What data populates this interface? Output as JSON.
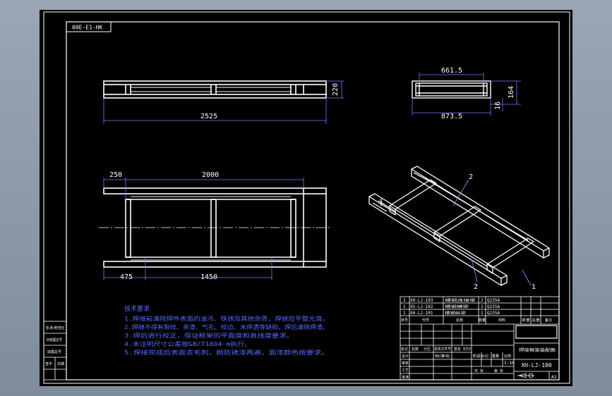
{
  "drawing": {
    "code_box": "00E-E1-HK",
    "background": "#000000",
    "line_color": "#ffffff",
    "dim_color": "#6f7fff",
    "note_color": "#5a6cff",
    "leader_color": "#7fa4ff"
  },
  "top_view": {
    "dims": {
      "height": "220",
      "length": "2525"
    }
  },
  "side_view": {
    "dims": {
      "inner": "661.5",
      "outer": "873.5",
      "h1": "164",
      "h2": "16"
    }
  },
  "plan_view": {
    "dims": {
      "left": "250",
      "span": "2000",
      "bottom_left": "475",
      "bottom_span": "1450"
    }
  },
  "iso_view": {
    "callouts": [
      "2",
      "2",
      "1"
    ]
  },
  "notes": {
    "title": "技术要求",
    "lines": [
      "1.焊接前清除焊件表面的油污、铁锈及其他杂质，焊缝应平整光滑。",
      "2.焊缝不得有裂纹、夹渣、气孔、咬边、未焊透等缺陷，焊后清除焊渣。",
      "3.焊后进行校正，保证框架的平面度和直线度要求。",
      "4.未注明尺寸公差按GB/T1804-m执行。",
      "5.焊接完成后表面去毛刺，刷防锈漆两遍，面漆颜色按要求。"
    ]
  },
  "left_block": {
    "rows": [
      "借(通)用件登记",
      "旧底图总号",
      "底图总号",
      "签字",
      "日期"
    ]
  },
  "title_block": {
    "bom": [
      {
        "no": "3",
        "code": "XH-LJ-103",
        "name": "槽钢连接梁",
        "qty": "2",
        "mat": "Q235A",
        "w": "",
        "remark": ""
      },
      {
        "no": "2",
        "code": "XS-LJ-102",
        "name": "槽钢横梁",
        "qty": "2",
        "mat": "Q235A",
        "w": "",
        "remark": ""
      },
      {
        "no": "1",
        "code": "XH-LJ-101",
        "name": "槽钢纵梁",
        "qty": "1",
        "mat": "Q235A",
        "w": "",
        "remark": ""
      }
    ],
    "bom_header": [
      "序号",
      "代号",
      "名称",
      "数量",
      "材料",
      "单重",
      "总重",
      "备注"
    ],
    "scale": "1:10",
    "part_title": "焊接框架装配图",
    "drawing_no": "XH-LJ-100",
    "sheet_size": "A3",
    "labels": [
      "标记",
      "处数",
      "分区",
      "更改文件号",
      "签名",
      "年月日",
      "设计",
      "审核",
      "工艺",
      "批准",
      "标准化",
      "阶段标记",
      "重量",
      "比例",
      "共 张",
      "第 张"
    ]
  }
}
